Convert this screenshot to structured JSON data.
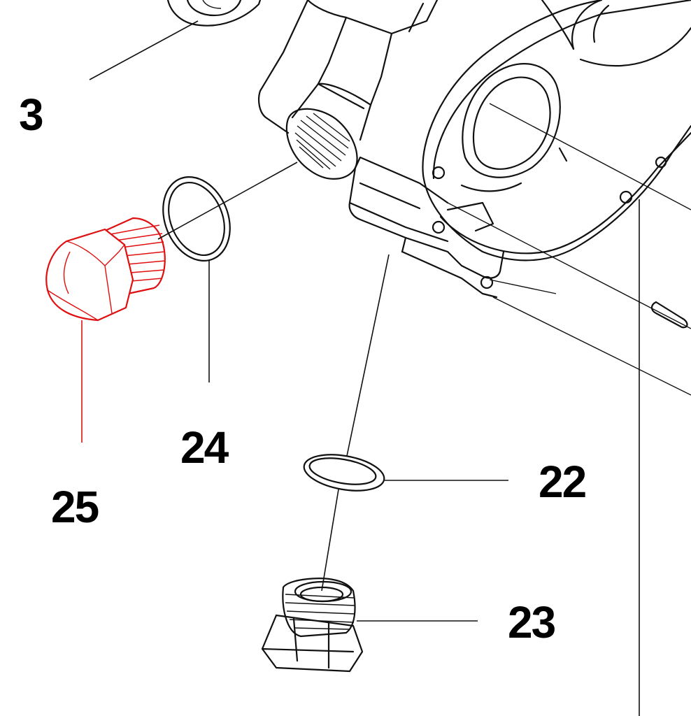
{
  "diagram": {
    "type": "exploded-parts-view",
    "highlight_color": "#e01010",
    "line_color": "#111111",
    "callouts": [
      {
        "id": "3",
        "label": "3",
        "highlighted": false
      },
      {
        "id": "22",
        "label": "22",
        "highlighted": false
      },
      {
        "id": "23",
        "label": "23",
        "highlighted": false
      },
      {
        "id": "24",
        "label": "24",
        "highlighted": false
      },
      {
        "id": "25",
        "label": "25",
        "highlighted": true
      }
    ]
  }
}
